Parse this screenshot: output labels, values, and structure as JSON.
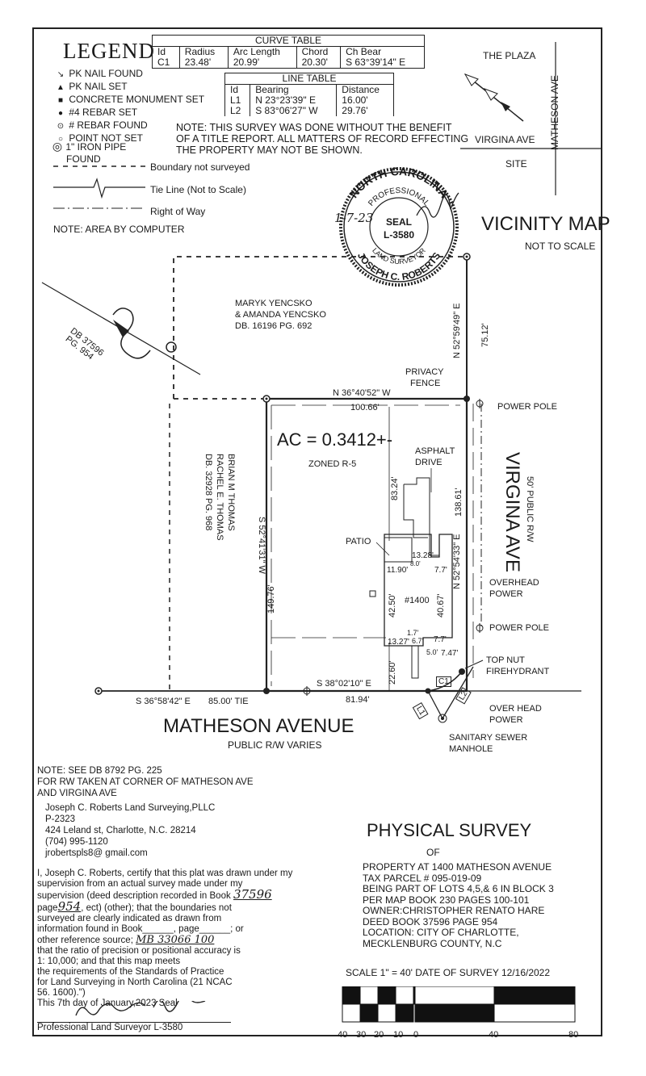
{
  "legend": {
    "title": "LEGEND",
    "items": [
      {
        "icon": "pk-nail-found-icon",
        "glyph": "↘",
        "label": "PK NAIL FOUND"
      },
      {
        "icon": "pk-nail-set-icon",
        "glyph": "▲",
        "label": "PK NAIL SET"
      },
      {
        "icon": "concrete-monument-icon",
        "glyph": "■",
        "label": "CONCRETE MONUMENT SET"
      },
      {
        "icon": "rebar-set-icon",
        "glyph": "●",
        "label": "#4 REBAR SET"
      },
      {
        "icon": "rebar-found-icon",
        "glyph": "⊙",
        "label": "# REBAR FOUND"
      },
      {
        "icon": "point-not-set-icon",
        "glyph": "○",
        "label": "POINT NOT SET"
      }
    ],
    "iron_pipe_1": "1\" IRON PIPE",
    "iron_pipe_2": "FOUND",
    "boundary": "Boundary not surveyed",
    "tie_line": "Tie Line (Not to Scale)",
    "row": "Right of Way",
    "area_note": "NOTE: AREA BY COMPUTER"
  },
  "curve_table": {
    "title": "CURVE TABLE",
    "headers": [
      "Id",
      "Radius",
      "Arc Length",
      "Chord",
      "Ch Bear"
    ],
    "row": [
      "C1",
      "23.48'",
      "20.99'",
      "20.30'",
      "S 63°39'14\" E"
    ]
  },
  "line_table": {
    "title": "LINE TABLE",
    "headers": [
      "Id",
      "Bearing",
      "Distance"
    ],
    "rows": [
      [
        "L1",
        "N 23°23'39\" E",
        "16.00'"
      ],
      [
        "L2",
        "S 83°06'27\" W",
        "29.76'"
      ]
    ]
  },
  "title_note": [
    "NOTE: THIS SURVEY WAS DONE WITHOUT THE BENEFIT",
    "OF A TITLE REPORT. ALL MATTERS OF RECORD EFFECTING",
    "THE PROPERTY MAY NOT BE SHOWN."
  ],
  "seal": {
    "state": "NORTH CAROLINA",
    "professional": "PROFESSIONAL",
    "seal": "SEAL",
    "number": "L-3580",
    "land_surveyor": "LAND SURVEYOR",
    "name": "JOSEPH C. ROBERTS",
    "date_hand": "1-7-23"
  },
  "vicinity": {
    "plaza": "THE PLAZA",
    "matheson": "MATHESON AVE",
    "virgina": "VIRGINA AVE",
    "site": "SITE",
    "title": "VICINITY MAP",
    "scale": "NOT TO SCALE"
  },
  "plat": {
    "db_ref": "DB 37596",
    "pg_ref": "PG. 954",
    "owner_north_1": "MARYK YENCSKO",
    "owner_north_2": "& AMANDA YENCSKO",
    "owner_north_3": "DB. 16196 PG. 692",
    "owner_west_1": "BRIAN M THOMAS",
    "owner_west_2": "RACHEL E. THOMAS",
    "owner_west_3": "DB. 32928 PG. 968",
    "area": "AC = 0.3412+-",
    "zoned": "ZONED R-5",
    "north_bearing": "N 36°40'52\" W",
    "north_dist": "100.66'",
    "privacy_1": "PRIVACY",
    "privacy_2": "FENCE",
    "ne_bearing": "N 52°59'49\" E",
    "ne_dist": "75.12'",
    "east_bearing": "N 52°54'33\" E",
    "east_dist": "138.61'",
    "west_bearing": "S 52°41'31\" W",
    "west_dist": "149.76'",
    "south_bearing": "S 38°02'10\" E",
    "south_dist": "81.94'",
    "tie_bearing": "S 36°58'42\" E",
    "tie_dist": "85.00' TIE",
    "asphalt_1": "ASPHALT",
    "asphalt_2": "DRIVE",
    "patio": "PATIO",
    "house_no": "#1400",
    "d_83_24": "83.24'",
    "d_13_28": "13.28'",
    "d_11_90": "11.90'",
    "d_8_0": "8.0'",
    "d_7_7a": "7.7'",
    "d_42_50": "42.50'",
    "d_40_67": "40.67'",
    "d_1_7": "1.7'",
    "d_13_27": "13.27'",
    "d_6_7": "6.7'",
    "d_5_0": "5.0'",
    "d_7_7b": "7.7'",
    "d_7_47": "7.47'",
    "d_22_60": "22.60'",
    "power_pole_1": "POWER POLE",
    "power_pole_2": "POWER POLE",
    "overhead_1": "OVERHEAD",
    "overhead_2": "POWER",
    "row_50": "50' PUBLIC R/W",
    "virgina_street": "VIRGINA AVE",
    "top_nut_1": "TOP NUT",
    "top_nut_2": "FIREHYDRANT",
    "over_head_1": "OVER HEAD",
    "over_head_2": "POWER",
    "sewer_1": "SANITARY SEWER",
    "sewer_2": "MANHOLE",
    "c1": "C1",
    "l1": "L1",
    "l2": "L2",
    "matheson_street": "MATHESON AVENUE",
    "matheson_rw": "PUBLIC R/W VARIES"
  },
  "rw_note": [
    "NOTE: SEE DB 8792 PG. 225",
    "FOR RW TAKEN AT CORNER OF MATHESON AVE",
    "AND VIRGINA AVE"
  ],
  "company": [
    "Joseph C. Roberts Land Surveying,PLLC",
    "P-2323",
    "424 Leland st, Charlotte, N.C. 28214",
    "(704) 995-1120",
    "jrobertspls8@ gmail.com"
  ],
  "certification": [
    "I, Joseph C. Roberts, certify that this plat was drawn under my",
    "supervision from an actual survey made under my",
    "supervision (deed description recorded in Book",
    "page",
    ", ect) (other); that the boundaries not",
    "surveyed are clearly indicated as drawn from",
    "information found in Book______, page______; or",
    "other reference source;",
    "that the ratio of precision or positional accuracy is",
    "1: 10,000; and that this map meets",
    "the requirements of the Standards of Practice",
    "for Land Surveying in North Carolina (21 NCAC",
    "56. 1600).\")",
    "This 7th day of January,2023 Seal",
    "Professional Land Surveyor L-3580"
  ],
  "hand": {
    "book": "37596",
    "page": "954",
    "ref": "MB 33066 100"
  },
  "physical": {
    "title": "PHYSICAL SURVEY",
    "of": "OF",
    "lines": [
      "PROPERTY AT 1400 MATHESON AVENUE",
      "TAX PARCEL # 095-019-09",
      "BEING PART OF LOTS 4,5,& 6 IN BLOCK 3",
      "PER MAP BOOK 230 PAGES 100-101",
      "OWNER:CHRISTOPHER RENATO HARE",
      "DEED BOOK 37596 PAGE 954",
      "LOCATION: CITY OF CHARLOTTE,",
      "MECKLENBURG COUNTY, N.C"
    ]
  },
  "scale": {
    "caption": "SCALE 1\" = 40' DATE OF SURVEY 12/16/2022",
    "ticks": [
      "40",
      "30",
      "20",
      "10",
      "0",
      "40",
      "80"
    ]
  }
}
